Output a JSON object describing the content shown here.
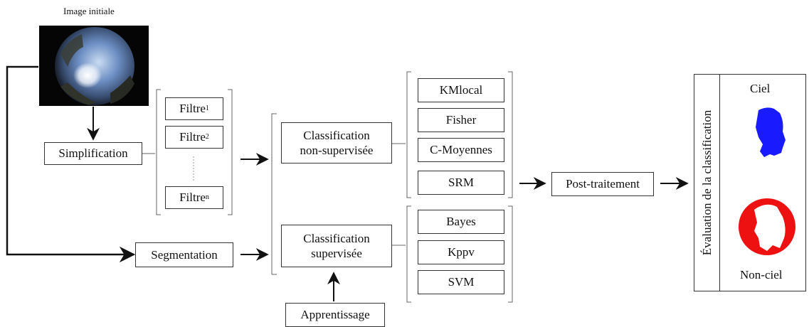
{
  "initial_image": {
    "caption": "Image initiale"
  },
  "left": {
    "simplification": "Simplification",
    "segmentation": "Segmentation",
    "filters": [
      "Filtre",
      "Filtre",
      "Filtre"
    ],
    "filter_subscripts": [
      "1",
      "2",
      "n"
    ]
  },
  "middle": {
    "unsupervised": [
      "Classification",
      "non-supervisée"
    ],
    "supervised": [
      "Classification",
      "supervisée"
    ],
    "learning": "Apprentissage"
  },
  "methods": {
    "unsupervised": [
      "KMlocal",
      "Fisher",
      "C-Moyennes",
      "SRM"
    ],
    "supervised": [
      "Bayes",
      "Kppv",
      "SVM"
    ]
  },
  "post": "Post-traitement",
  "evaluation": {
    "title": "Évaluation de la classification",
    "sky": "Ciel",
    "non_sky": "Non-ciel",
    "sky_color": "#1a1aff",
    "non_sky_color": "#ee1111"
  }
}
